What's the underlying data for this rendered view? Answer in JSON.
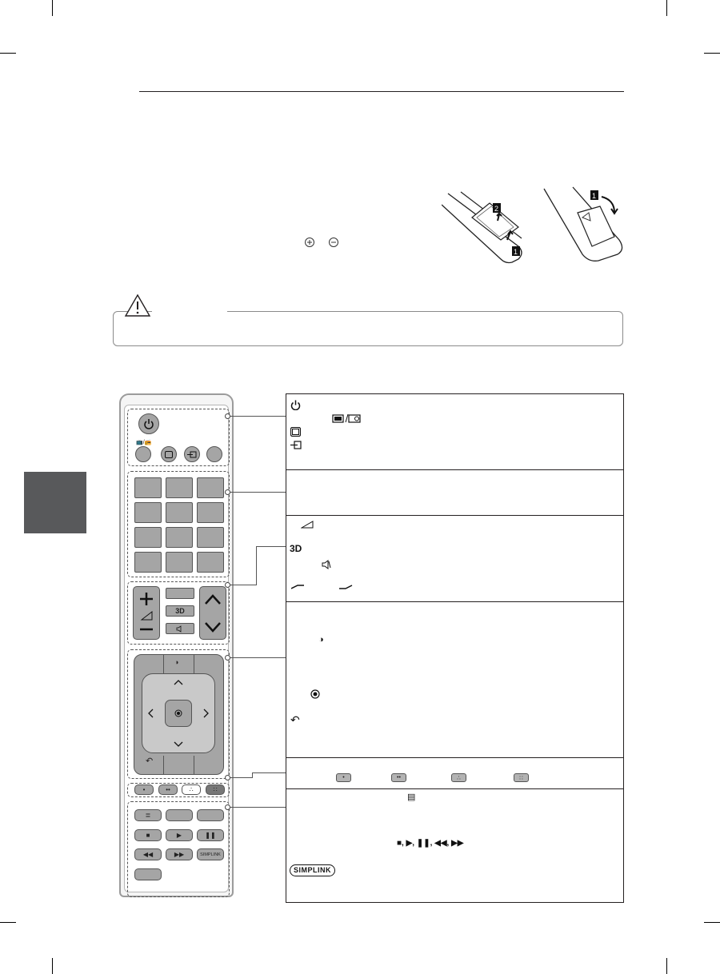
{
  "icons": {
    "power": "power-icon",
    "tv_radio": "tv-rad-icon",
    "ratio": "ratio-icon",
    "input": "input-icon",
    "volume": "volume-icon",
    "three_d": "3d-icon",
    "mute": "mute-icon",
    "home": "home-icon",
    "ok": "ok-icon",
    "back": "back-icon",
    "teletext": "teletext-icon",
    "playback": "playback-icons",
    "simplink": "simplink-icon"
  },
  "remote": {
    "tv_rad_label": "📺/📻",
    "three_d_label": "3D",
    "simplink_label": "SIMPLINK"
  },
  "legend": {
    "playback_glyphs": "■, ▶, ❚❚, ◀◀, ▶▶",
    "simplink_logo": "SIMPLINK",
    "three_d_logo": "3D"
  },
  "colors": {
    "remote_button": "#a5a5a5",
    "tab": "#58595b",
    "line": "#231f20"
  }
}
